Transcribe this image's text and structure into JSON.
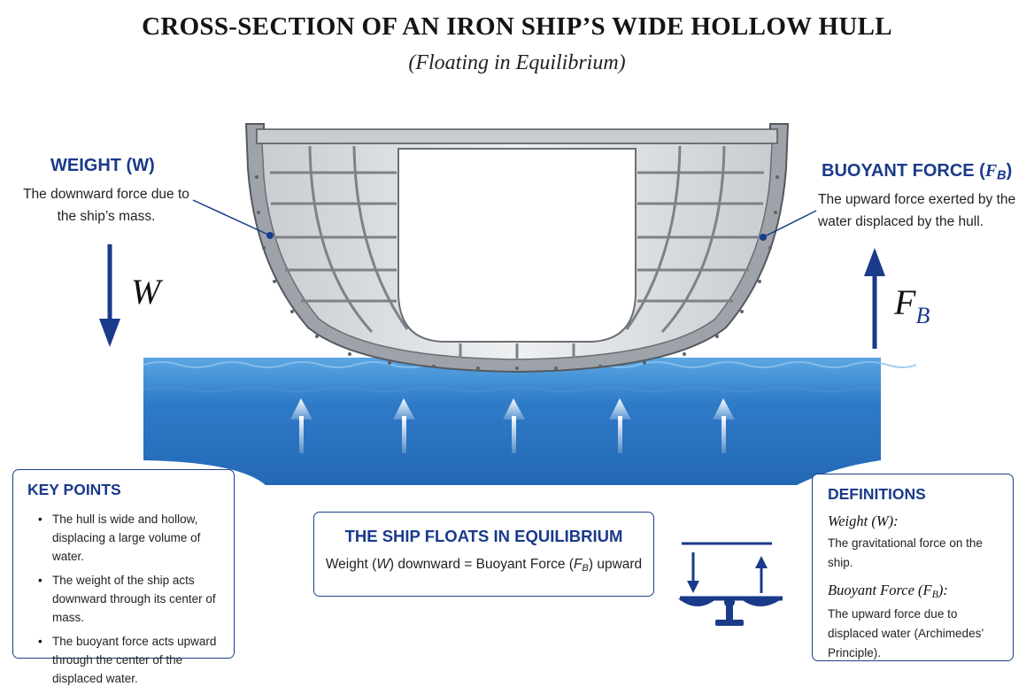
{
  "header": {
    "title": "CROSS-SECTION OF AN IRON SHIP’S WIDE HOLLOW HULL",
    "subtitle": "(Floating in Equilibrium)"
  },
  "weight_label": {
    "heading": "WEIGHT (W)",
    "description": "The downward force due to the ship’s mass.",
    "symbol": "W"
  },
  "buoyant_label": {
    "heading_prefix": "BUOYANT FORCE (",
    "heading_symbol": "F",
    "heading_sub": "B",
    "heading_suffix": ")",
    "description": "The upward force exerted by the water displaced by the hull.",
    "symbol": "F",
    "symbol_sub": "B"
  },
  "key_points": {
    "heading": "KEY POINTS",
    "items": [
      "The hull is wide and hollow, displacing a large volume of water.",
      "The weight of the ship acts downward through its center of mass.",
      "The buoyant force acts upward through the center of the displaced water."
    ]
  },
  "equilibrium": {
    "heading": "THE SHIP FLOATS IN EQUILIBRIUM",
    "eq_prefix": "Weight (",
    "eq_w": "W",
    "eq_mid": ") downward = Buoyant Force (",
    "eq_f": "F",
    "eq_sub": "B",
    "eq_suffix": ") upward"
  },
  "definitions": {
    "heading": "DEFINITIONS",
    "weight_term": "Weight (W):",
    "weight_desc": "The gravitational force on the ship.",
    "buoyant_term_prefix": "Buoyant Force (",
    "buoyant_term_f": "F",
    "buoyant_term_sub": "B",
    "buoyant_term_suffix": "):",
    "buoyant_desc": "The upward force due to displaced water (Archimedes’ Principle)."
  },
  "colors": {
    "accent_navy": "#1a3a8a",
    "water_dark": "#1e5fb0",
    "water_light": "#4a9ee0",
    "hull_steel": "#a9adb2"
  }
}
